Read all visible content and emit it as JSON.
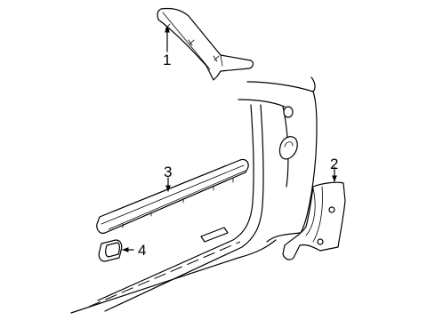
{
  "callouts": [
    {
      "id": "1",
      "text": "1"
    },
    {
      "id": "2",
      "text": "2"
    },
    {
      "id": "3",
      "text": "3"
    },
    {
      "id": "4",
      "text": "4"
    }
  ],
  "colors": {
    "stroke": "#000000",
    "background": "#ffffff"
  }
}
